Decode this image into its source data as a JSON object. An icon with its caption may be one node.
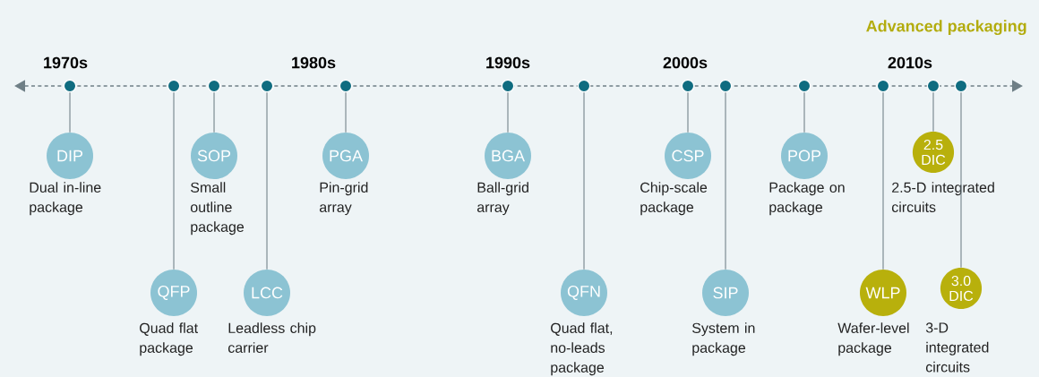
{
  "diagram": {
    "nodes": [
      {
        "text": [],
        "shape": "circle"
      },
      {
        "text": [],
        "shape": "circle"
      },
      {
        "text": [],
        "shape": "circle"
      },
      {
        "text": [],
        "shape": "circle"
      },
      {
        "text": [],
        "shape": "circle"
      },
      {
        "text": [],
        "shape": "circle"
      },
      {
        "text": [],
        "shape": "circle"
      },
      {
        "text": [],
        "shape": "circle"
      },
      {
        "text": [],
        "shape": "circle"
      },
      {
        "text": [],
        "shape": "circle"
      },
      {
        "text": [],
        "shape": "circle"
      },
      {
        "text": [],
        "shape": "circle"
      },
      {
        "text": [],
        "shape": "circle"
      },
      {
        "text": [
          "DIP"
        ],
        "beside": [
          "Dual in-line package"
        ]
      },
      {
        "text": [
          "QFP"
        ],
        "beside": [
          "Quad flat package"
        ]
      },
      {
        "text": [
          "SOP"
        ],
        "beside": [
          "Small outline package"
        ]
      },
      {
        "text": [
          "LCC"
        ],
        "beside": [
          "Leadless chip carrier"
        ]
      },
      {
        "text": [
          "PGA"
        ],
        "beside": [
          "Pin-grid array"
        ]
      },
      {
        "text": [
          "BGA"
        ],
        "beside": [
          "Ball-grid array"
        ]
      },
      {
        "text": [
          "QFN"
        ],
        "beside": [
          "Quad flat, no-leads package"
        ]
      },
      {
        "text": [
          "CSP"
        ],
        "beside": [
          "Chip-scale package"
        ]
      },
      {
        "text": [
          "SIP"
        ],
        "beside": [
          "System in package"
        ]
      },
      {
        "text": [
          "POP"
        ],
        "beside": [
          "Package on package"
        ]
      },
      {
        "text": [
          "WLP"
        ],
        "beside": [
          "Wafer-level package"
        ]
      },
      {
        "text": [
          "2.5 DIC"
        ],
        "beside": [
          "2.5-D integrated circuits"
        ]
      },
      {
        "text": [
          "3.0 DIC"
        ],
        "beside": [
          "3-D integrated circuits"
        ]
      }
    ],
    "edges": [
      {
        "from": 0,
        "to": 13,
        "arrow": "none"
      },
      {
        "from": 1,
        "to": 14,
        "arrow": "none"
      },
      {
        "from": 2,
        "to": 15,
        "arrow": "none"
      },
      {
        "from": 3,
        "to": 16,
        "arrow": "none"
      },
      {
        "from": 4,
        "to": 17,
        "arrow": "none"
      },
      {
        "from": 5,
        "to": 18,
        "arrow": "none"
      },
      {
        "from": 6,
        "to": 19,
        "arrow": "none"
      },
      {
        "from": 7,
        "to": 20,
        "arrow": "none"
      },
      {
        "from": 8,
        "to": 21,
        "arrow": "none"
      },
      {
        "from": 9,
        "to": 22,
        "arrow": "none"
      },
      {
        "from": 10,
        "to": 23,
        "arrow": "none"
      },
      {
        "from": 11,
        "to": 24,
        "arrow": "none"
      },
      {
        "from": 12,
        "to": 25,
        "arrow": "none"
      }
    ],
    "labels": [
      "Advanced packaging",
      "1970s",
      "1980s",
      "1990s",
      "2000s",
      "2010s"
    ]
  }
}
